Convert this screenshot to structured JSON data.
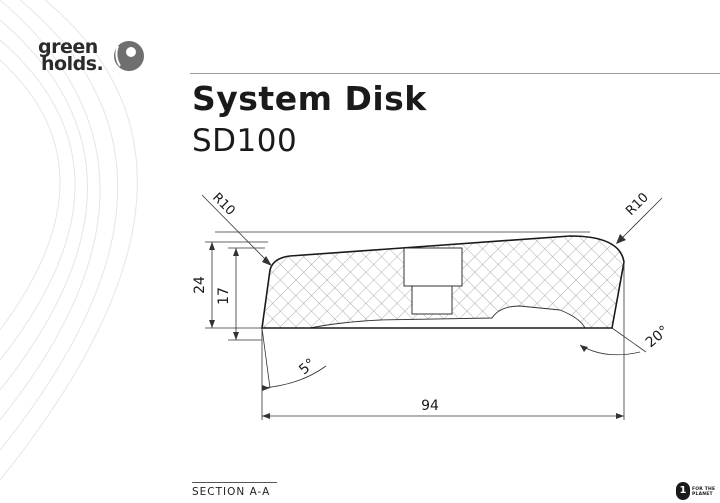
{
  "brand": {
    "line1": "green",
    "line2": "holds."
  },
  "title": "System Disk",
  "subtitle": "SD100",
  "dimensions": {
    "radius_left": "R10",
    "radius_right": "R10",
    "height_total": "24",
    "height_inner": "17",
    "angle_left": "5°",
    "angle_right": "20°",
    "width": "94"
  },
  "footer": {
    "section_label": "SECTION A-A"
  },
  "badge": {
    "number": "1",
    "line1": "FOR THE",
    "line2": "PLANET"
  },
  "colors": {
    "ink": "#1a1a1a",
    "rule": "#9a9a9a",
    "arcs": "#e6e6e6"
  }
}
